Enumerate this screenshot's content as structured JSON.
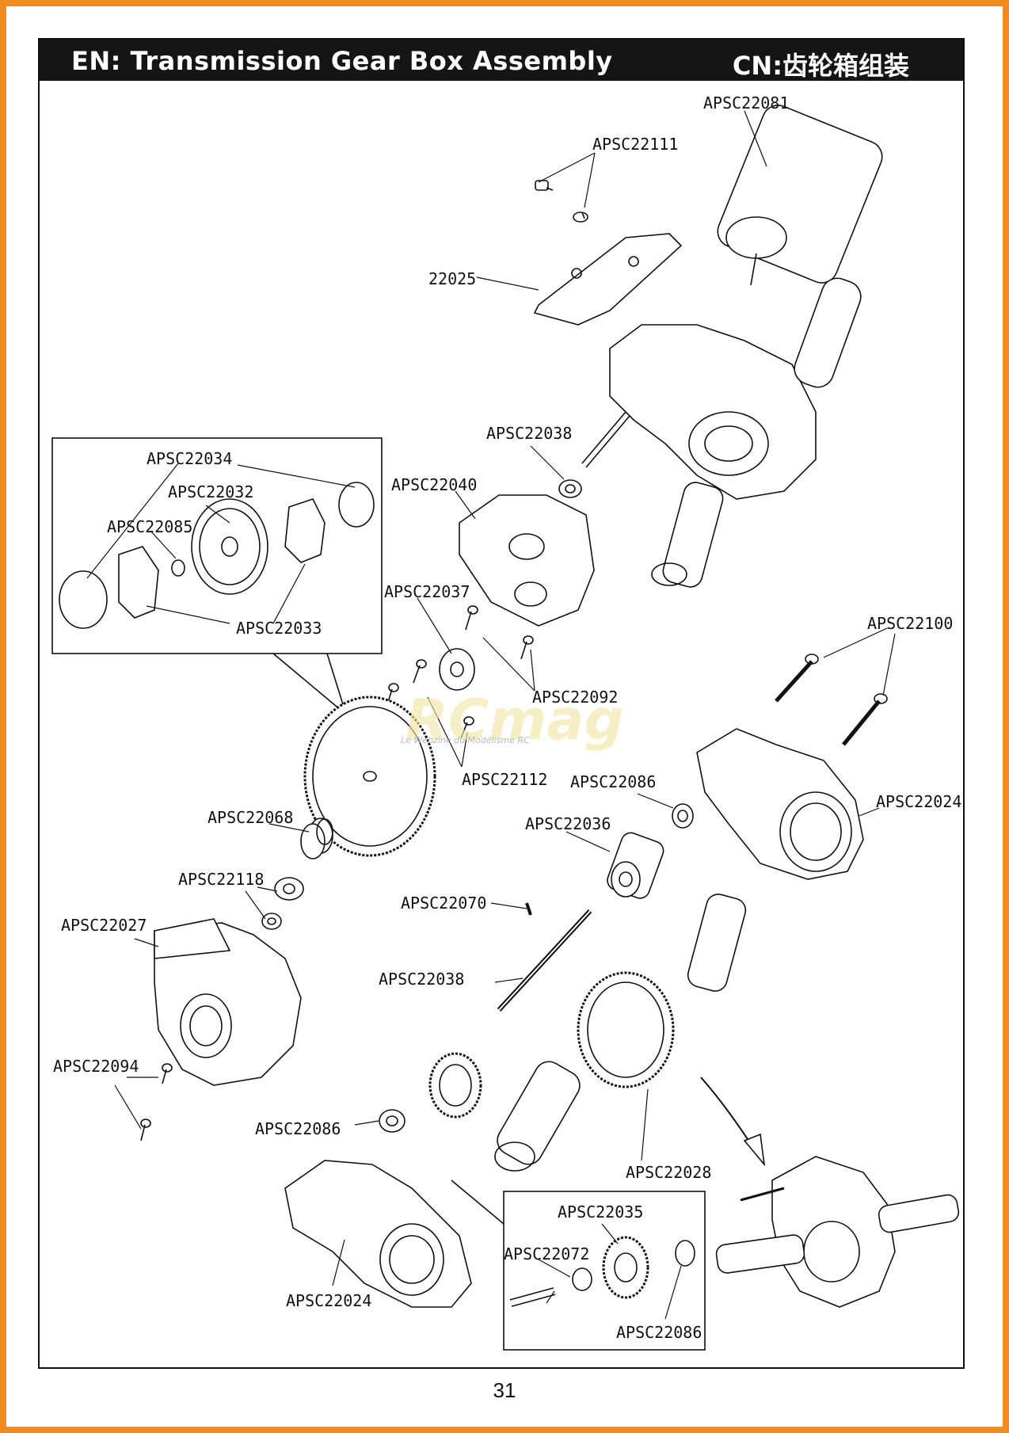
{
  "header": {
    "en_title": "EN: Transmission Gear Box Assembly",
    "cn_title": "CN:齿轮箱组装"
  },
  "parts": {
    "motor": "APSC22081",
    "screw_top": "APSC22111",
    "motor_plate": "22025",
    "shaft_bearing": "APSC22038",
    "gear_plate": "APSC22040",
    "slipper_plate": "APSC22034",
    "spur_gear": "APSC22032",
    "bushing_small": "APSC22085",
    "slipper_pad": "APSC22033",
    "pinion": "APSC22037",
    "plate_screws": "APSC22092",
    "long_screws": "APSC22100",
    "spur_screws": "APSC22112",
    "bearing_right": "APSC22086",
    "case_right": "APSC22024",
    "spring": "APSC22068",
    "idler_gear": "APSC22036",
    "spring_holder": "APSC22118",
    "pin": "APSC22070",
    "gear_cover": "APSC22027",
    "main_shaft": "APSC22038",
    "cover_screws": "APSC22094",
    "bearing_left": "APSC22086",
    "diff_gear": "APSC22028",
    "case_left": "APSC22024",
    "top_gear": "APSC22035",
    "top_shaft": "APSC22072",
    "bearing_bottom": "APSC22086"
  },
  "watermark": {
    "logo": "RCmag",
    "tagline": "Le Webzine du Modélisme RC"
  },
  "page_number": "31"
}
